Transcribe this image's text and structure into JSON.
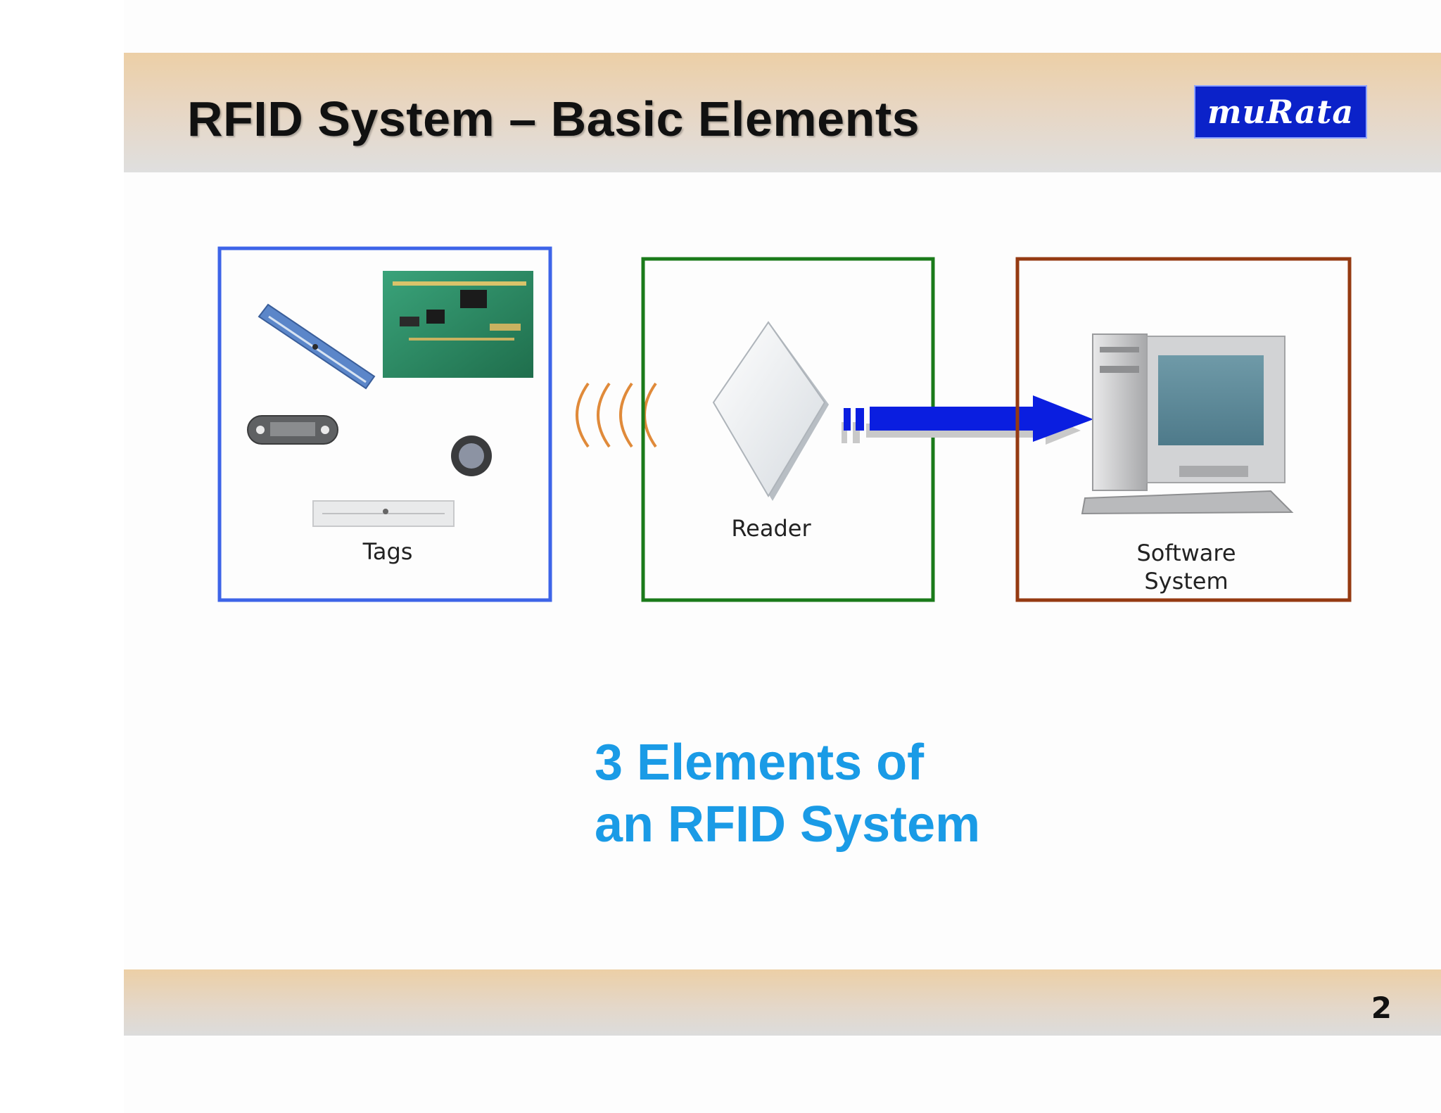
{
  "slide": {
    "title": "RFID System – Basic Elements",
    "logo_text": "muRata",
    "page_number": "2"
  },
  "diagram": {
    "elements": [
      {
        "id": "tags",
        "label": "Tags",
        "box_color": "#3d64e8"
      },
      {
        "id": "reader",
        "label": "Reader",
        "box_color": "#1a7a1a"
      },
      {
        "id": "software",
        "label_line1": "Software",
        "label_line2": "System",
        "box_color": "#953a12"
      }
    ],
    "caption_line1": "3 Elements of",
    "caption_line2": "an RFID System"
  },
  "colors": {
    "header_band": "#eccfa6",
    "caption": "#1a9be6",
    "logo_bg": "#0b22c9",
    "arrow": "#0a1ee0",
    "radio_waves": "#e08a3a"
  }
}
